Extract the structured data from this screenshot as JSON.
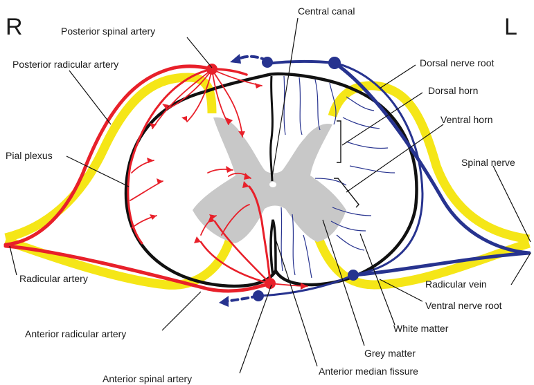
{
  "side_labels": {
    "right": "R",
    "left": "L"
  },
  "labels": {
    "central_canal": "Central canal",
    "posterior_spinal_artery": "Posterior spinal artery",
    "posterior_radicular_artery": "Posterior radicular artery",
    "dorsal_nerve_root": "Dorsal nerve root",
    "dorsal_horn": "Dorsal horn",
    "ventral_horn": "Ventral horn",
    "pial_plexus": "Pial plexus",
    "spinal_nerve": "Spinal nerve",
    "radicular_artery": "Radicular artery",
    "radicular_vein": "Radicular vein",
    "ventral_nerve_root": "Ventral nerve root",
    "white_matter": "White matter",
    "anterior_radicular_artery": "Anterior radicular artery",
    "grey_matter": "Grey matter",
    "anterior_median_fissure": "Anterior median fissure",
    "anterior_spinal_artery": "Anterior spinal artery"
  },
  "colors": {
    "artery": "#e8202a",
    "vein": "#27338f",
    "nerve_root": "#f5e617",
    "grey_matter": "#c8c8c8",
    "cord_outline": "#111111"
  }
}
